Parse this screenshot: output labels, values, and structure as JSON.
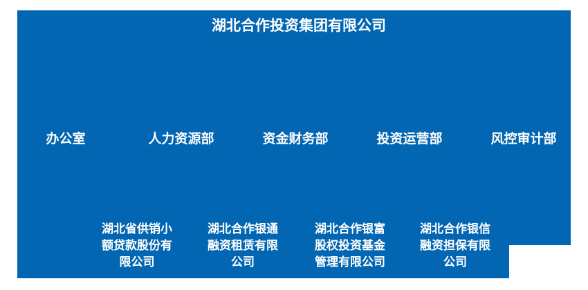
{
  "org_chart": {
    "root": "湖北合作投资集团有限公司",
    "departments": [
      {
        "label": "办公室"
      },
      {
        "label": "人力资源部"
      },
      {
        "label": "资金财务部"
      },
      {
        "label": "投资运营部"
      },
      {
        "label": "风控审计部"
      }
    ],
    "subsidiaries": [
      {
        "label": "湖北省供销小\n额贷款股份有\n限公司",
        "full_name": "湖北省供销小额贷款股份有限公司"
      },
      {
        "label": "湖北合作银通\n融资租赁有限\n公司",
        "full_name": "湖北合作银通融资租赁有限公司"
      },
      {
        "label": "湖北合作银富\n股权投资基金\n管理有限公司",
        "full_name": "湖北合作银富股权投资基金管理有限公司"
      },
      {
        "label": "湖北合作银信\n融资担保有限\n公司",
        "full_name": "湖北合作银信融资担保有限公司"
      }
    ],
    "colors": {
      "panel_background": "#0266B2",
      "page_background": "#FFFFFF",
      "text": "#FFFFFF"
    }
  }
}
